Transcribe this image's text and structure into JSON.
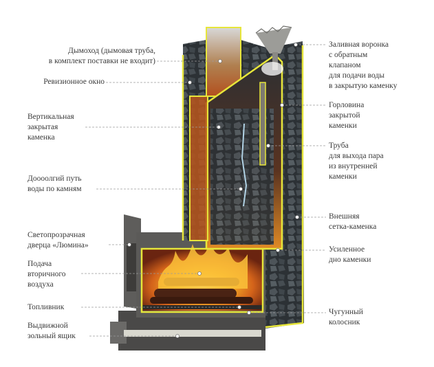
{
  "labels_left": [
    {
      "id": "chimney",
      "text": "Дымоход (дымовая труба,\nв комплект поставки не входит)"
    },
    {
      "id": "inspection-window",
      "text": "Ревизионное окно"
    },
    {
      "id": "vertical-heater",
      "text": "Вертикальная\nзакрытая\nкаменка"
    },
    {
      "id": "water-path",
      "text": "Доооолгий путь\nводы по камням"
    },
    {
      "id": "door",
      "text": "Светопрозрачная\nдверца «Люмина»"
    },
    {
      "id": "secondary-air",
      "text": "Подача\nвторичного\nвоздуха"
    },
    {
      "id": "firebox",
      "text": "Топливник"
    },
    {
      "id": "ash-drawer",
      "text": "Выдвижной\nзольный ящик"
    }
  ],
  "labels_right": [
    {
      "id": "funnel",
      "text": "Заливная воронка\nс обратным\nклапаном\nдля подачи воды\nв закрытую каменку"
    },
    {
      "id": "neck",
      "text": "Горловина\nзакрытой\nкаменки"
    },
    {
      "id": "steam-pipe",
      "text": "Труба\nдля выхода пара\nиз внутренней\nкаменки"
    },
    {
      "id": "outer-mesh",
      "text": "Внешняя\nсетка-каменка"
    },
    {
      "id": "reinforced-bottom",
      "text": "Усиленное\nдно каменки"
    },
    {
      "id": "grate",
      "text": "Чугунный\nколосник"
    }
  ],
  "colors": {
    "accent_yellow": "#e7e63a",
    "steel": "#5b5a58",
    "stone": "#3e4347",
    "fire": "#f0a020",
    "label_text": "#3a3a3a"
  }
}
